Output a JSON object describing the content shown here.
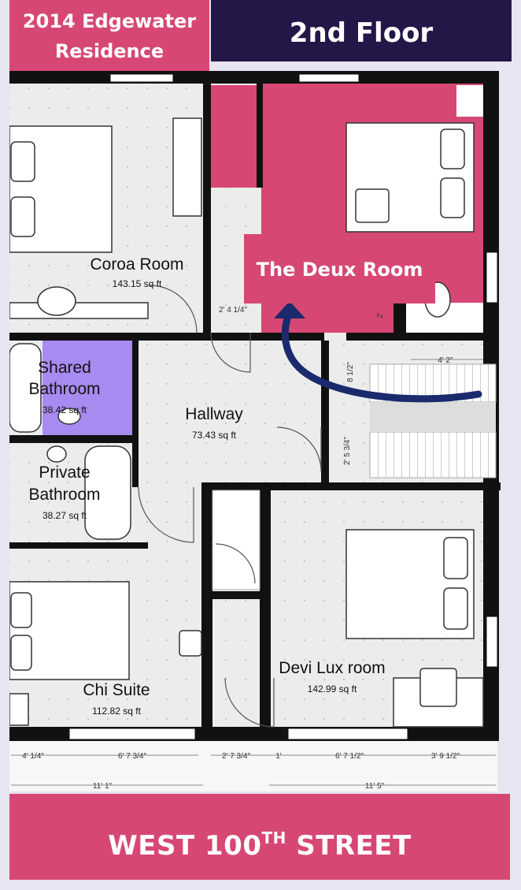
{
  "header": {
    "residence_line1": "2014 Edgewater",
    "residence_line2": "Residence",
    "floor": "2nd Floor"
  },
  "callout": {
    "label": "The Deux Room"
  },
  "rooms": [
    {
      "id": "coroa",
      "name": "Coroa Room",
      "area": "143.15 sq ft"
    },
    {
      "id": "shared-bath",
      "name_line1": "Shared",
      "name_line2": "Bathroom",
      "area": "38.42 sq ft"
    },
    {
      "id": "hallway",
      "name": "Hallway",
      "area": "73.43 sq ft"
    },
    {
      "id": "private-bath",
      "name_line1": "Private",
      "name_line2": "Bathroom",
      "area": "38.27 sq ft"
    },
    {
      "id": "chi",
      "name": "Chi Suite",
      "area": "112.82 sq ft"
    },
    {
      "id": "devi",
      "name": "Devi Lux room",
      "area": "142.99 sq ft"
    }
  ],
  "dimensions": {
    "d1": "4' 1/4\"",
    "d2": "6' 7 3/4\"",
    "d3": "2' 7 3/4\"",
    "d4": "1'",
    "d5": "6' 7 1/2\"",
    "d6": "3' 9 1/2\"",
    "d7": "11' 1\"",
    "d8": "11' 5\"",
    "d9": "4' 2\"",
    "d10": "2' 4 1/4\"",
    "d11": "8 1/2\"",
    "d12": "2' 5 3/4\"",
    "d13": "2'"
  },
  "footer": {
    "street_main": "WEST 100",
    "street_sup": "TH",
    "street_end": " STREET"
  },
  "colors": {
    "accent_pink": "#d64873",
    "header_navy": "#231748",
    "bath_purple": "#a98af1",
    "arrow_navy": "#1a2a6c"
  }
}
